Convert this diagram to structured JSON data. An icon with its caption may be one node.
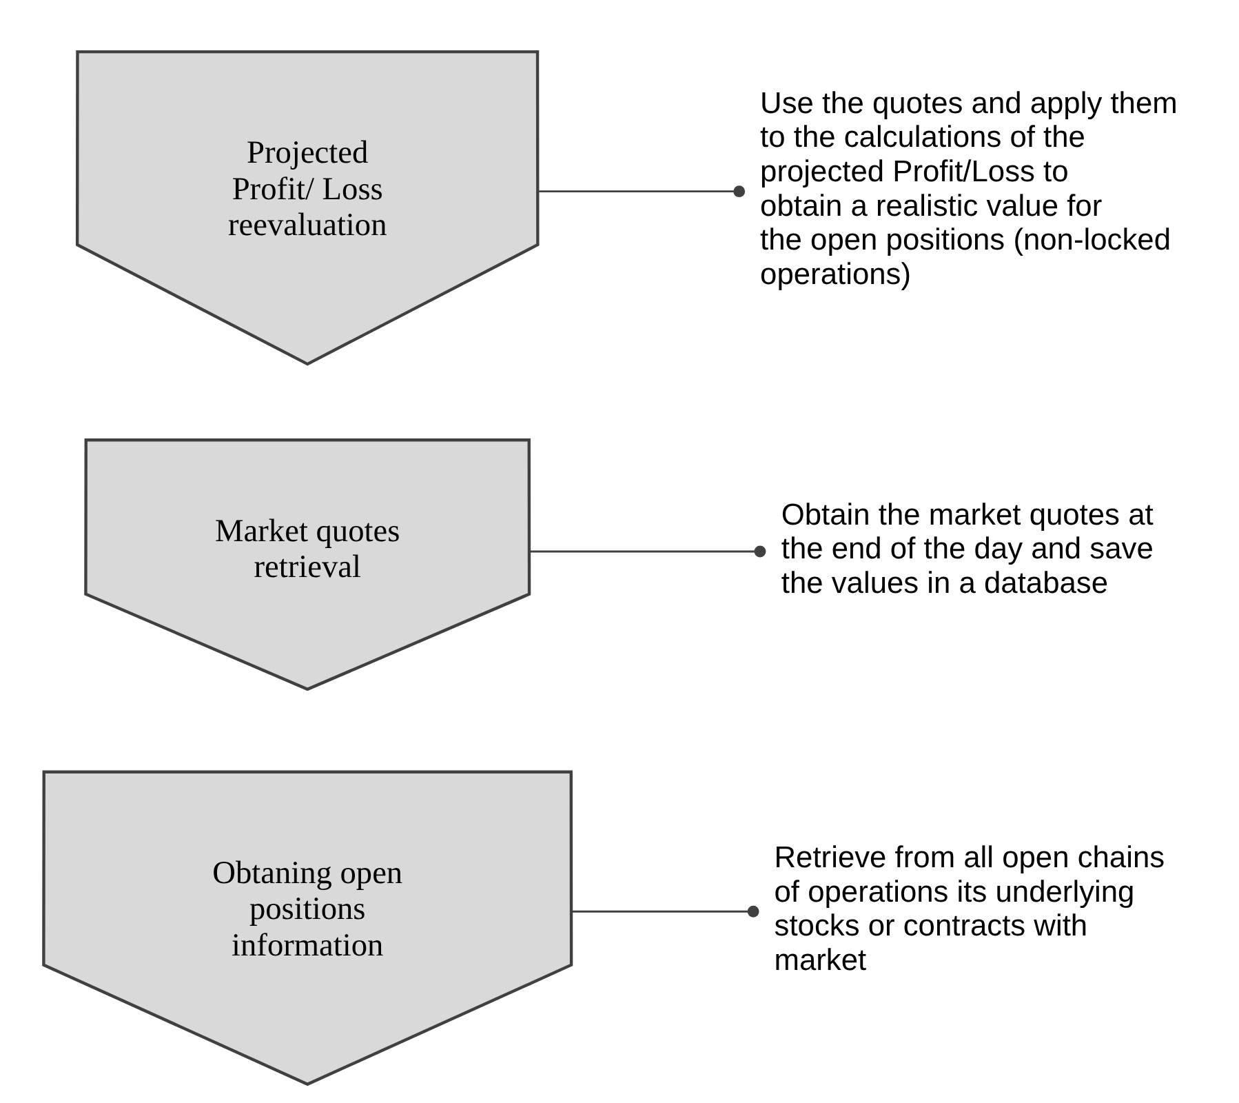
{
  "diagram": {
    "nodes": [
      {
        "text": [
          "Obtaning open positions information"
        ]
      },
      {
        "text": [
          "Retrieve from all open chains of operations its underlying stocks or contracts with market"
        ]
      },
      {
        "text": [
          "Market quotes retrieval"
        ]
      },
      {
        "text": [
          "Obtain the market quotes at the end of the day and save the values in a database"
        ]
      },
      {
        "text": [
          "Projected Profit/ Loss reevaluation"
        ]
      },
      {
        "text": [
          "Use the quotes and apply them to the calculations of the projected Profit/Loss to obtain a realistic value for the open positions (non-locked operations)"
        ]
      }
    ],
    "edges": [
      {
        "from": 0,
        "to": 1,
        "arrow": "other"
      },
      {
        "from": 2,
        "to": 3,
        "arrow": "other"
      },
      {
        "from": 4,
        "to": 5,
        "arrow": "other"
      }
    ]
  }
}
